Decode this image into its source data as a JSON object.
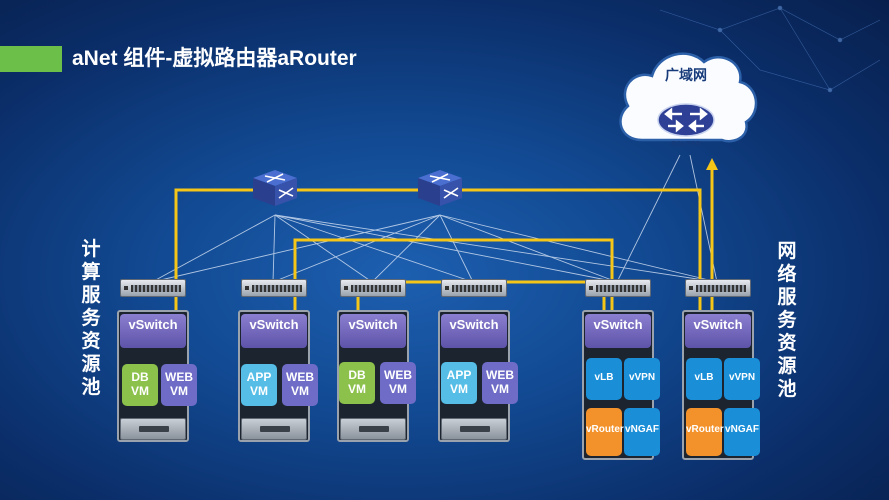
{
  "title": "aNet 组件-虚拟路由器aRouter",
  "left_label": "计算服务资源池",
  "right_label": "网络服务资源池",
  "cloud": {
    "label": "广域网",
    "router_label": "ROUTER"
  },
  "colors": {
    "accent_green": "#6cc04a",
    "path_yellow": "#f5c518",
    "background": "#124a93"
  },
  "servers": [
    {
      "vswitch": "vSwitch",
      "vms": [
        {
          "label": "DB\nVM",
          "color": "green"
        },
        {
          "label": "WEB\nVM",
          "color": "purple"
        }
      ]
    },
    {
      "vswitch": "vSwitch",
      "vms": [
        {
          "label": "APP\nVM",
          "color": "cyan"
        },
        {
          "label": "WEB\nVM",
          "color": "purple"
        }
      ]
    },
    {
      "vswitch": "vSwitch",
      "vms": [
        {
          "label": "DB\nVM",
          "color": "green"
        },
        {
          "label": "WEB\nVM",
          "color": "purple"
        }
      ]
    },
    {
      "vswitch": "vSwitch",
      "vms": [
        {
          "label": "APP\nVM",
          "color": "cyan"
        },
        {
          "label": "WEB\nVM",
          "color": "purple"
        }
      ]
    },
    {
      "vswitch": "vSwitch",
      "vms": [
        {
          "label": "vLB",
          "color": "blue"
        },
        {
          "label": "vVPN",
          "color": "blue"
        }
      ],
      "extras": [
        {
          "label": "vRouter",
          "color": "orange"
        },
        {
          "label": "vNGAF",
          "color": "blue"
        }
      ]
    },
    {
      "vswitch": "vSwitch",
      "vms": [
        {
          "label": "vLB",
          "color": "blue"
        },
        {
          "label": "vVPN",
          "color": "blue"
        }
      ],
      "extras": [
        {
          "label": "vRouter",
          "color": "orange"
        },
        {
          "label": "vNGAF",
          "color": "blue"
        }
      ]
    }
  ]
}
